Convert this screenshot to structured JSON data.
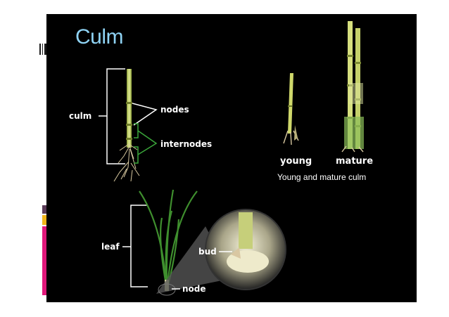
{
  "slide": {
    "title": "Culm",
    "caption": "Young and mature culm"
  },
  "labels": {
    "culm": "culm",
    "nodes": "nodes",
    "internodes": "internodes",
    "young": "young",
    "mature": "mature",
    "leaf": "leaf",
    "bud": "bud",
    "node": "node"
  },
  "colors": {
    "background": "#000000",
    "title": "#8fd3f4",
    "label": "#ffffff",
    "stem": "#c9d86a",
    "leaf": "#3f8f2e",
    "bracket_green": "#3aa63a",
    "side_accent": "#e0177a"
  }
}
